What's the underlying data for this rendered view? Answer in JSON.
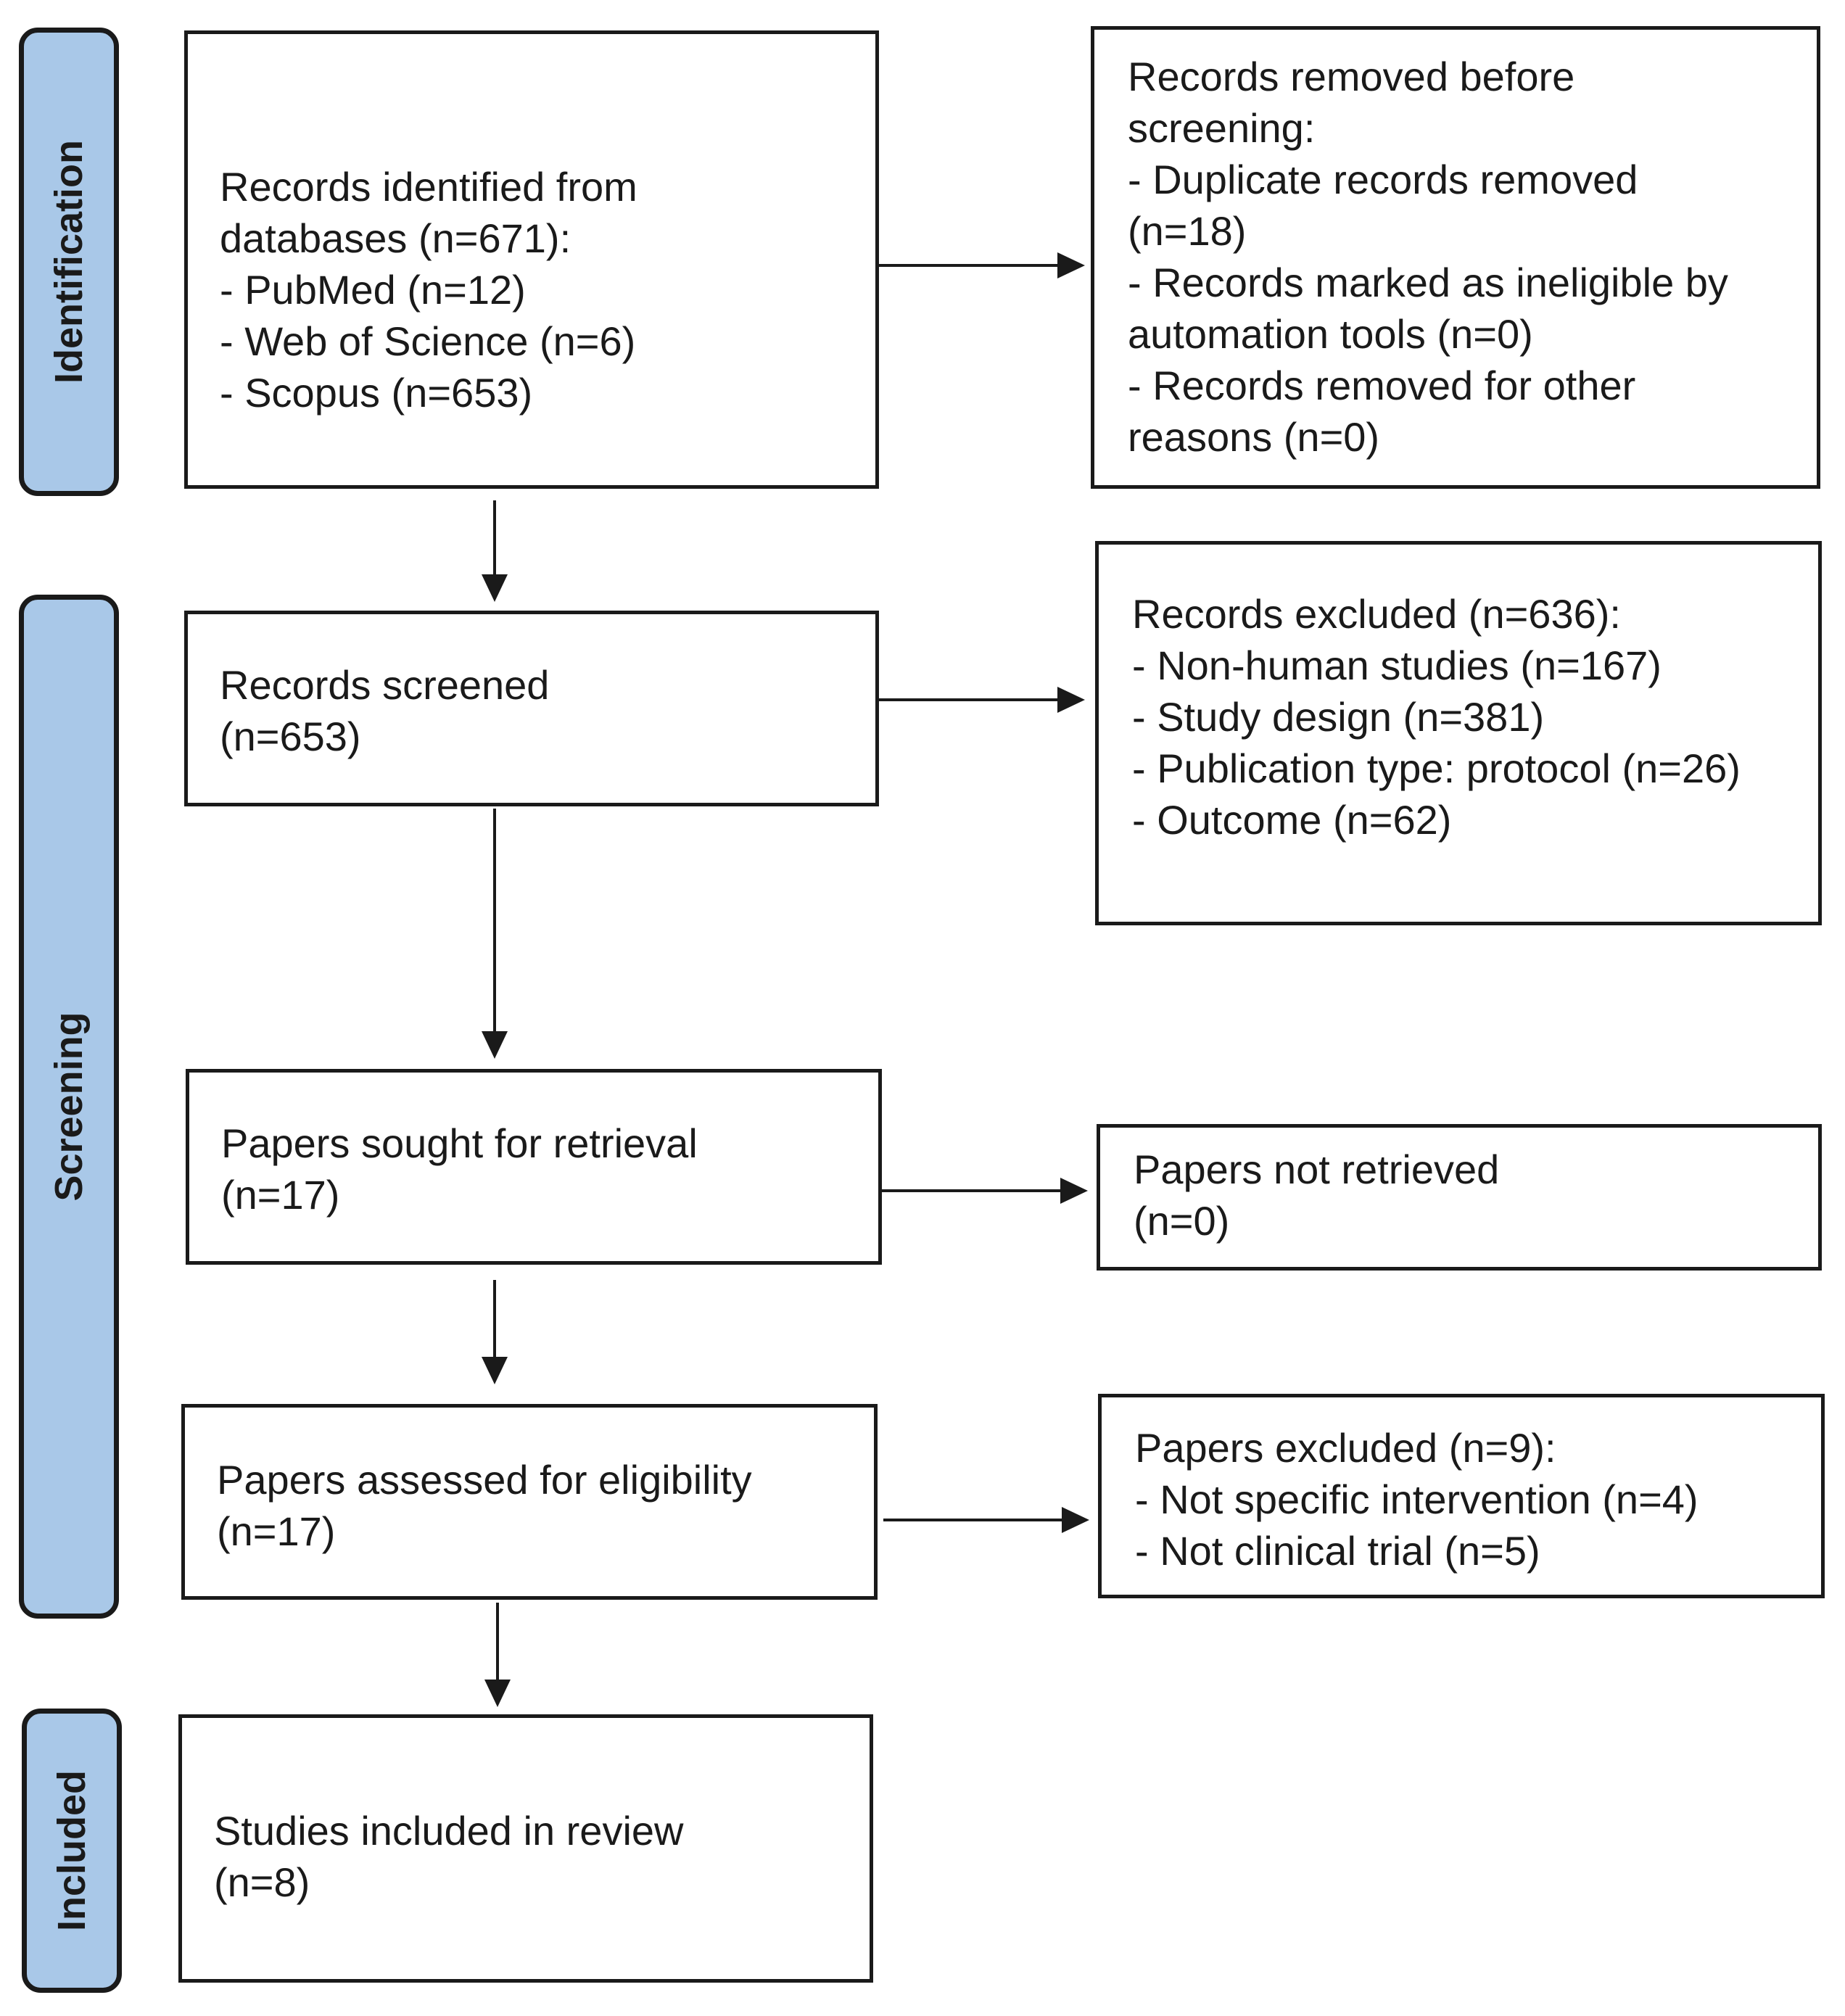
{
  "stages": [
    {
      "key": "identification",
      "label": "Identification"
    },
    {
      "key": "screening",
      "label": "Screening"
    },
    {
      "key": "included",
      "label": "Included"
    }
  ],
  "boxes": {
    "records_identified": [
      "Records identified from",
      "databases (n=671):",
      "- PubMed (n=12)",
      "- Web of Science (n=6)",
      "- Scopus (n=653)"
    ],
    "records_removed": [
      "Records removed before",
      "screening:",
      "- Duplicate records removed",
      "(n=18)",
      "- Records marked as ineligible by",
      "automation tools (n=0)",
      "- Records removed for other",
      "reasons (n=0)"
    ],
    "records_screened": [
      "Records screened",
      "(n=653)"
    ],
    "records_excluded": [
      "Records excluded (n=636):",
      "- Non-human studies (n=167)",
      "- Study design (n=381)",
      "- Publication type: protocol (n=26)",
      "- Outcome (n=62)"
    ],
    "papers_sought": [
      "Papers sought for retrieval",
      "(n=17)"
    ],
    "papers_not_retrieved": [
      "Papers not retrieved",
      "(n=0)"
    ],
    "papers_assessed": [
      "Papers assessed for eligibility",
      "(n=17)"
    ],
    "papers_excluded": [
      "Papers excluded (n=9):",
      "- Not specific intervention (n=4)",
      "- Not clinical trial (n=5)"
    ],
    "studies_included": [
      "Studies included in review",
      "(n=8)"
    ]
  }
}
